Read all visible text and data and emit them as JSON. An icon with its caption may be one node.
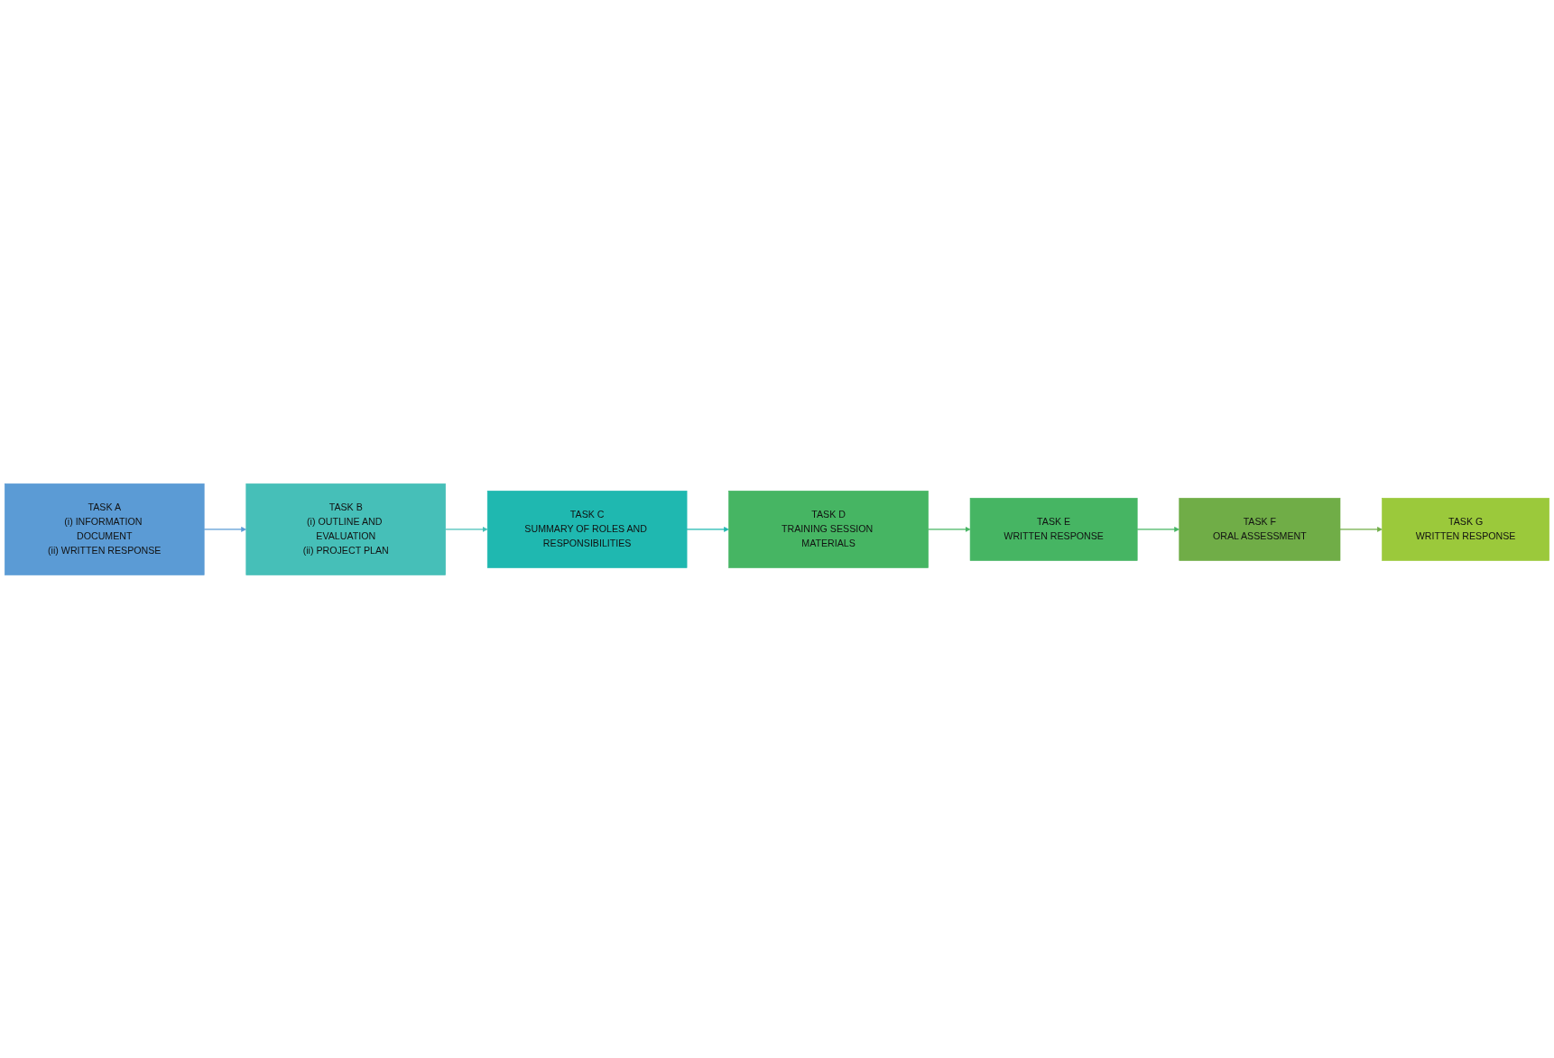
{
  "diagram": {
    "nodes": [
      {
        "text": [
          "TASK A",
          "(i) INFORMATION DOCUMENT",
          "(ii) WRITTEN RESPONSE"
        ]
      },
      {
        "text": [
          "TASK B",
          "(i) OUTLINE AND EVALUATION",
          "(ii) PROJECT PLAN"
        ]
      },
      {
        "text": [
          "TASK C",
          "SUMMARY OF ROLES AND RESPONSIBILITIES"
        ]
      },
      {
        "text": [
          "TASK D",
          "TRAINING SESSION MATERIALS"
        ]
      },
      {
        "text": [
          "TASK E",
          "WRITTEN RESPONSE"
        ]
      },
      {
        "text": [
          "TASK F",
          "ORAL ASSESSMENT"
        ]
      },
      {
        "text": [
          "TASK G",
          "WRITTEN RESPONSE"
        ]
      }
    ],
    "edges": [
      {
        "from": 0,
        "to": 1,
        "arrow": "to",
        "color": "#5b9bd5"
      },
      {
        "from": 1,
        "to": 2,
        "arrow": "to",
        "color": "#46bfb8"
      },
      {
        "from": 2,
        "to": 3,
        "arrow": "to",
        "color": "#1fb8b0"
      },
      {
        "from": 3,
        "to": 4,
        "arrow": "to",
        "color": "#46b563"
      },
      {
        "from": 4,
        "to": 5,
        "arrow": "to",
        "color": "#46b563"
      },
      {
        "from": 5,
        "to": 6,
        "arrow": "to",
        "color": "#70ad47"
      }
    ]
  }
}
